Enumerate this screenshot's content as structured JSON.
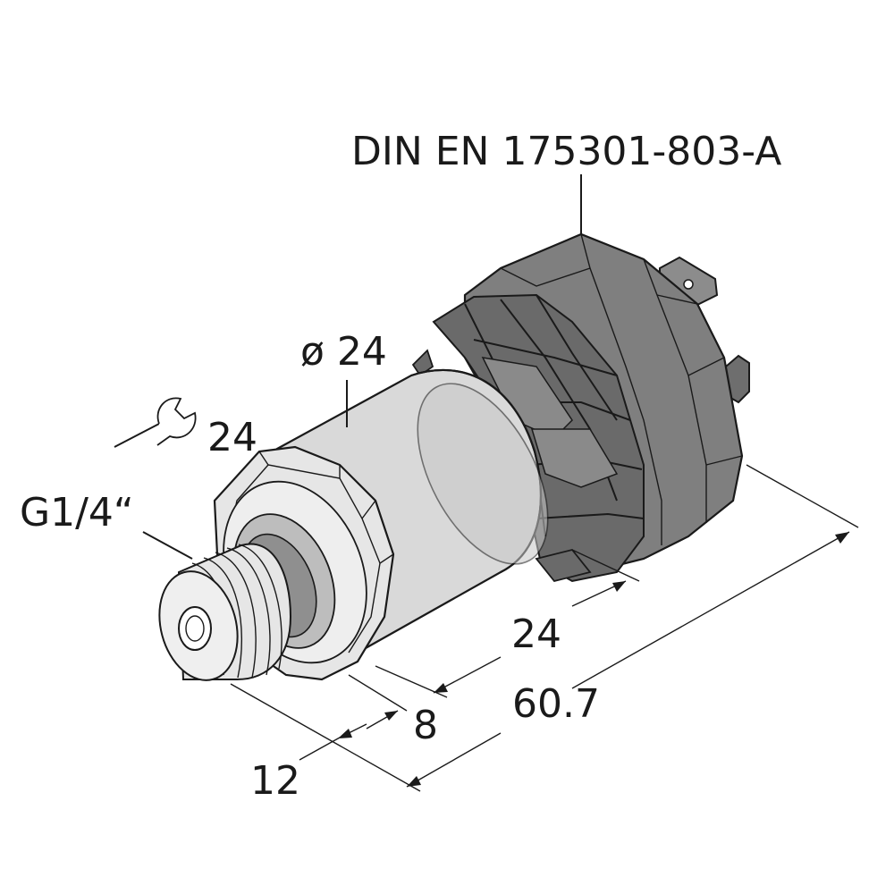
{
  "connector_standard": "DIN EN 175301-803-A",
  "dimensions": {
    "diameter_label": "ø 24",
    "wrench_label": "24",
    "thread_label": "G1/4“",
    "connector_length": "24",
    "total_length": "60.7",
    "hex_length": "8",
    "thread_length": "12"
  },
  "colors": {
    "line": "#1a1a1a",
    "body_fill": "#d9d9d9",
    "body_shade": "#bdbdbd",
    "connector_fill": "#7f7f7f",
    "connector_dark": "#5c5c5c",
    "hex_fill": "#e6e6e6"
  }
}
